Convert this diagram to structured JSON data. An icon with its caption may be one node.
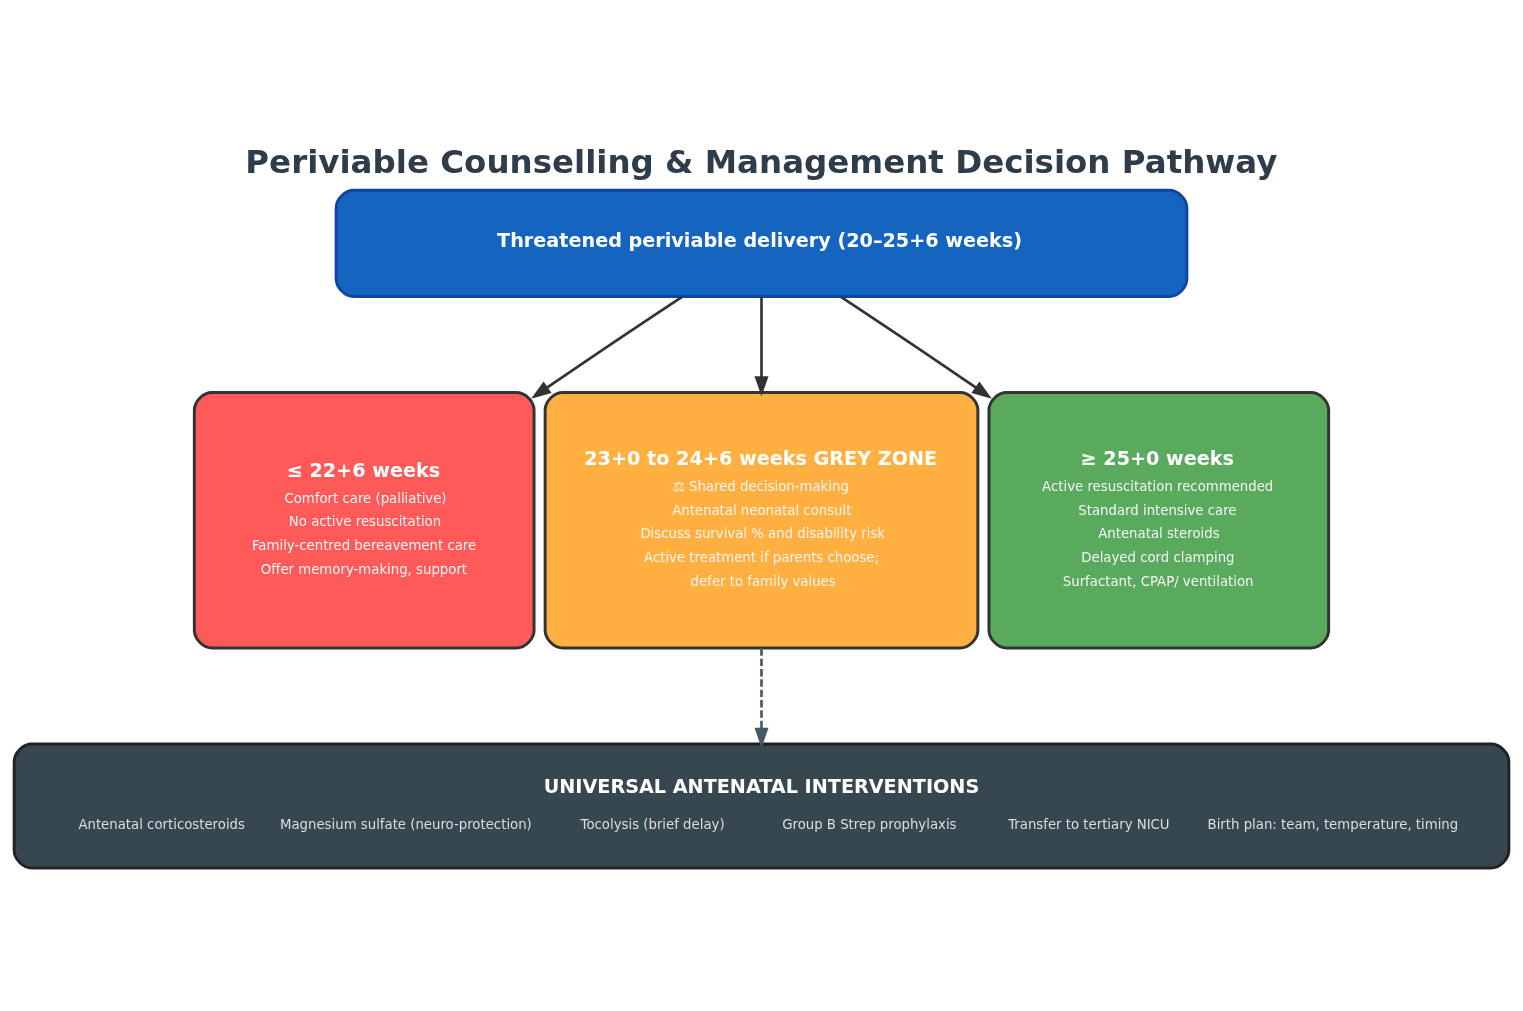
{
  "diagram": {
    "title": "Periviable Counselling & Management Decision Pathway",
    "nodes": [
      {
        "text": [
          "Threatened periviable delivery (20–25+6 weeks)"
        ]
      },
      {
        "text": [
          "≤ 22+6 weeks",
          "Comfort care (palliative)",
          "No active resuscitation",
          "Family-centred bereavement care",
          "Offer memory-making, support"
        ]
      },
      {
        "text": [
          "23+0 to 24+6 weeks GREY ZONE",
          "⚖ Shared decision-making",
          "Antenatal neonatal consult",
          "Discuss survival % and disability risk",
          "Active treatment if parents choose;",
          "defer to family values"
        ]
      },
      {
        "text": [
          "≥ 25+0 weeks",
          "Active resuscitation recommended",
          "Standard intensive care",
          "Antenatal steroids",
          "Delayed cord clamping",
          "Surfactant, CPAP/ ventilation"
        ]
      },
      {
        "text": [
          "UNIVERSAL ANTENATAL INTERVENTIONS",
          "Antenatal corticosteroids",
          "Magnesium sulfate (neuro-protection)",
          "Tocolysis (brief delay)",
          "Group B Strep prophylaxis",
          "Transfer to tertiary NICU",
          "Birth plan: team, temperature, timing"
        ]
      }
    ],
    "edges": [
      {
        "from": 0,
        "to": 1,
        "arrow": "to"
      },
      {
        "from": 0,
        "to": 2,
        "arrow": "to"
      },
      {
        "from": 0,
        "to": 3,
        "arrow": "to"
      },
      {
        "from": 2,
        "to": 4,
        "arrow": "to",
        "style": "dashed",
        "color": "#455a64"
      }
    ]
  }
}
